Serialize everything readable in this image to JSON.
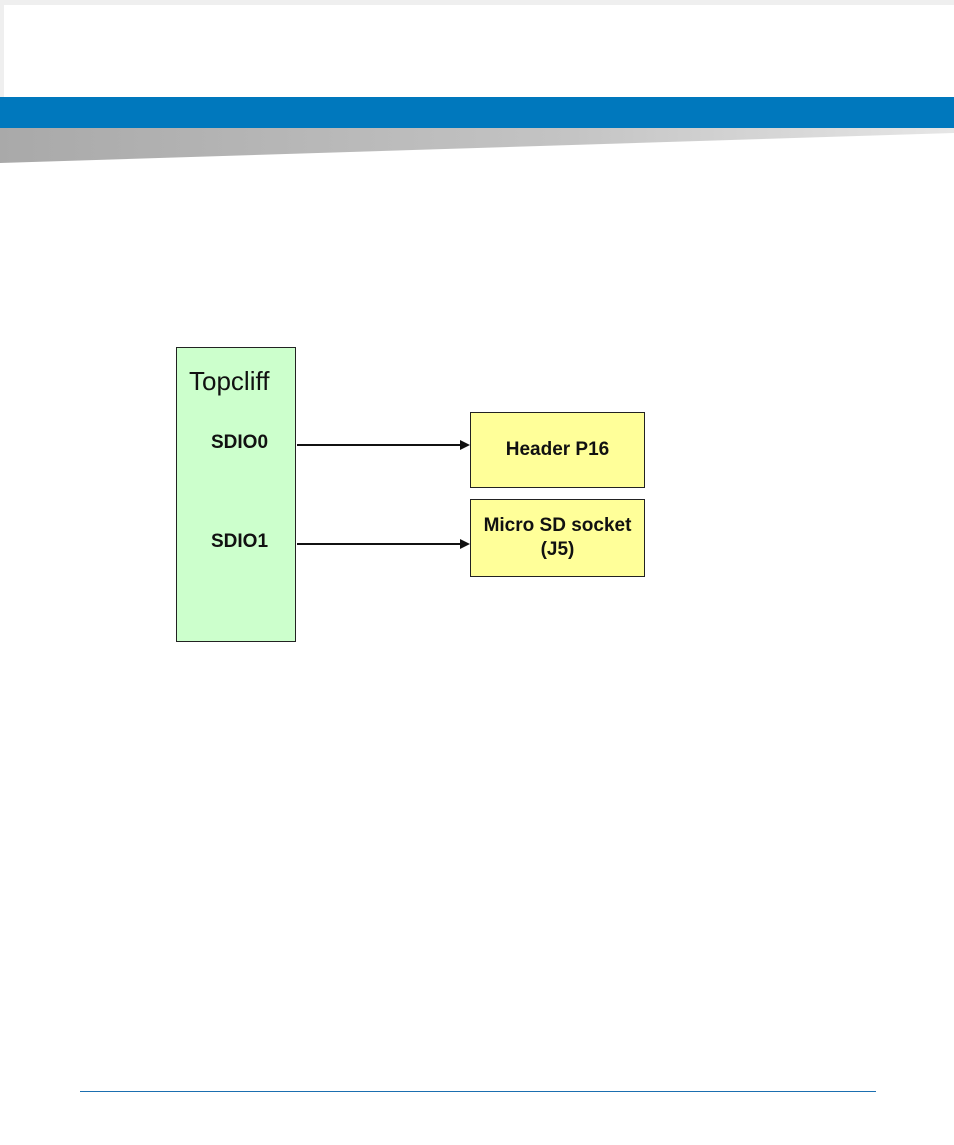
{
  "diagram": {
    "chip": {
      "title": "Topcliff",
      "ports": [
        "SDIO0",
        "SDIO1"
      ]
    },
    "targets": {
      "header": "Header P16",
      "sd_line1": "Micro SD socket",
      "sd_line2": "(J5)"
    },
    "colors": {
      "chip_fill": "#ccffcc",
      "target_fill": "#ffff99",
      "brand_blue": "#0078bd",
      "tile_gray": "#efefef"
    }
  }
}
